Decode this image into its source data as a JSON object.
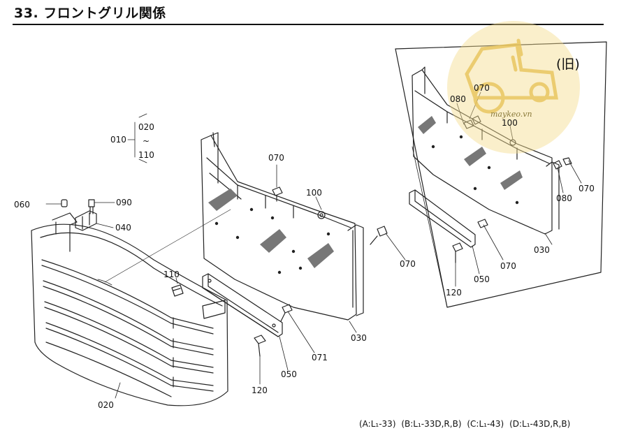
{
  "title": "33. フロントグリル関係",
  "labels": {
    "p010": "010",
    "p020_range": "020",
    "p110_range": "110",
    "p060": "060",
    "p090": "090",
    "p040": "040",
    "p020": "020",
    "p110": "110",
    "p120": "120",
    "p050": "050",
    "p071": "071",
    "p070a": "070",
    "p100": "100",
    "p070b": "070",
    "p030": "030",
    "i070": "070",
    "i080a": "080",
    "i100": "100",
    "i080b": "080",
    "i070b": "070",
    "i030": "030",
    "i070c": "070",
    "i050": "050",
    "i120": "120"
  },
  "inset_tag": "(旧)",
  "watermark": {
    "text": "maykeo.vn",
    "icon": "tractor-icon",
    "color": "#f3dc8c"
  },
  "models": [
    "(A:L₁-33)",
    "(B:L₁-33D,R,B)",
    "(C:L₁-43)",
    "(D:L₁-43D,R,B)"
  ]
}
